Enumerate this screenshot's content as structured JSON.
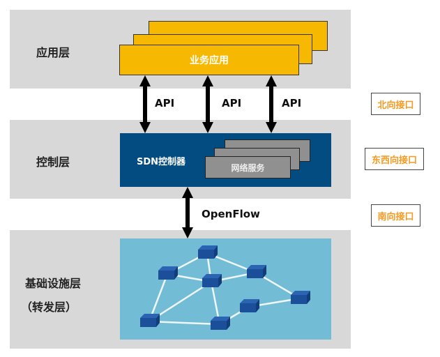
{
  "layers": {
    "application": {
      "label": "应用层",
      "card_label": "业务应用"
    },
    "control": {
      "label": "控制层",
      "controller_label": "SDN控制器",
      "service_label": "网络服务"
    },
    "infrastructure": {
      "label_line1": "基础设施层",
      "label_line2": "（转发层）"
    }
  },
  "connections": {
    "api_labels": [
      "API",
      "API",
      "API"
    ],
    "southbound_label": "OpenFlow"
  },
  "interfaces": {
    "northbound": "北向接口",
    "eastwest": "东西向接口",
    "southbound": "南向接口"
  },
  "colors": {
    "layer_bg": "#d8d8d8",
    "app_card": "#f6b800",
    "controller": "#034c82",
    "service_card": "#909090",
    "network_bg": "#72bcd6",
    "switch": "#1b4f9a",
    "interface_text": "#f39a22"
  },
  "network": {
    "nodes": [
      "A",
      "B",
      "C",
      "D",
      "E",
      "F",
      "G",
      "H"
    ],
    "links": [
      [
        "A",
        "B"
      ],
      [
        "A",
        "C"
      ],
      [
        "A",
        "D"
      ],
      [
        "B",
        "C"
      ],
      [
        "C",
        "D"
      ],
      [
        "D",
        "E"
      ],
      [
        "B",
        "G"
      ],
      [
        "C",
        "G"
      ],
      [
        "C",
        "H"
      ],
      [
        "G",
        "H"
      ],
      [
        "H",
        "F"
      ],
      [
        "F",
        "E"
      ]
    ]
  }
}
